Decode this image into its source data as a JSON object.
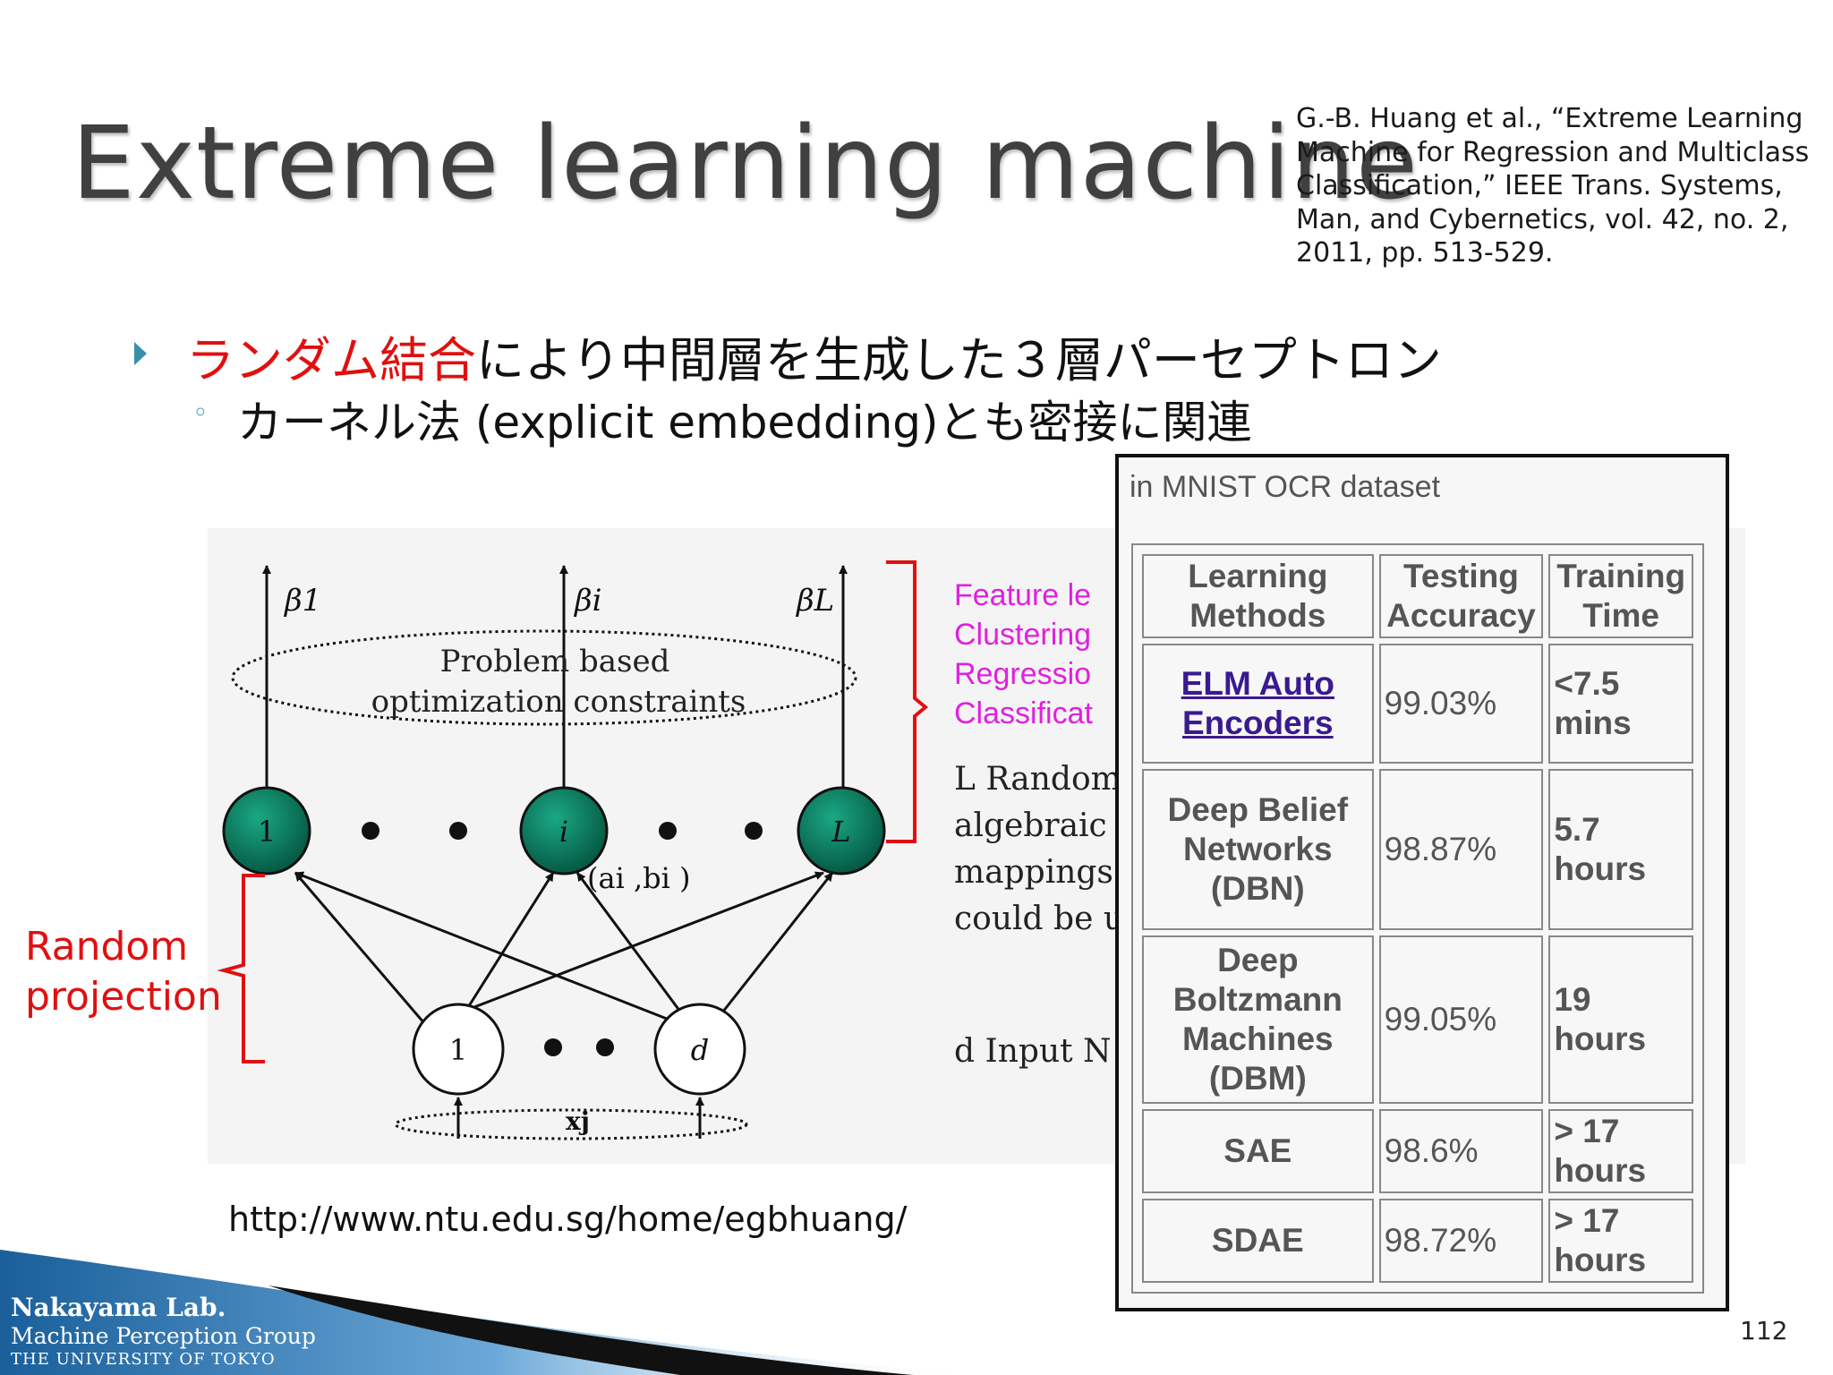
{
  "slide": {
    "title": "Extreme learning machine",
    "reference": [
      "G.-B. Huang et al., “Extreme Learning",
      "Machine for Regression and Multiclass",
      "Classification,” IEEE Trans. Systems,",
      "Man, and Cybernetics, vol. 42, no. 2,",
      "2011, pp. 513-529."
    ],
    "bullet1_red": "ランダム結合",
    "bullet1_rest": "により中間層を生成した３層パーセプトロン",
    "bullet2": "カーネル法 (explicit embedding)とも密接に関連",
    "url": "http://www.ntu.edu.sg/home/egbhuang/",
    "random_projection": [
      "Random",
      "projection"
    ],
    "page_number": "112"
  },
  "figure": {
    "beta_labels": [
      "β1",
      "βi",
      "βL"
    ],
    "ellipse_text": [
      "Problem based",
      "optimization constraints"
    ],
    "hidden_nodes": [
      "1",
      "i",
      "L"
    ],
    "input_nodes": [
      "1",
      "d"
    ],
    "weight_label": "(ai ,bi )",
    "input_label": "xj",
    "right_magenta": [
      "Feature le",
      "Clustering",
      "Regressio",
      "Classificat"
    ],
    "right_black": [
      "L Random",
      "algebraic",
      "mappings.",
      "could be u"
    ],
    "input_caption": "d Input N",
    "colors": {
      "node_fill": "#0b7a60",
      "red": "#e01010",
      "magenta": "#e020e0"
    }
  },
  "table": {
    "caption": "in MNIST OCR dataset",
    "headers": [
      [
        "Learning",
        "Methods"
      ],
      [
        "Testing",
        "Accuracy"
      ],
      [
        "Training",
        "Time"
      ]
    ],
    "rows": [
      {
        "method": [
          "ELM Auto",
          "Encoders"
        ],
        "accuracy": "99.03%",
        "time": [
          "<7.5",
          "mins"
        ]
      },
      {
        "method": [
          "Deep Belief",
          "Networks",
          "(DBN)"
        ],
        "accuracy": "98.87%",
        "time": [
          "5.7",
          "hours"
        ]
      },
      {
        "method": [
          "Deep",
          "Boltzmann",
          "Machines",
          "(DBM)"
        ],
        "accuracy": "99.05%",
        "time": [
          "19",
          "hours"
        ]
      },
      {
        "method": [
          "SAE"
        ],
        "accuracy": "98.6%",
        "time": [
          "> 17",
          "hours"
        ]
      },
      {
        "method": [
          "SDAE"
        ],
        "accuracy": "98.72%",
        "time": [
          "> 17",
          "hours"
        ]
      }
    ]
  },
  "logo": {
    "line1": "Nakayama Lab.",
    "line2": "Machine Perception Group",
    "line3": "THE UNIVERSITY OF TOKYO"
  }
}
